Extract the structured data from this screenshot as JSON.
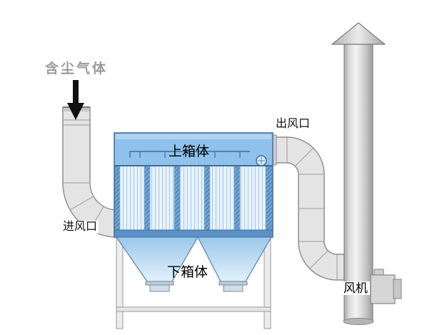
{
  "labels": {
    "dusty_gas": "含尘气体",
    "air_inlet": "进风口",
    "upper_box": "上箱体",
    "air_outlet": "出风口",
    "lower_box": "下箱体",
    "fan": "风机"
  },
  "icons": {
    "flow_arrow": "down-arrow-icon"
  },
  "colors": {
    "box_blue": "#8fc1ea",
    "box_outline": "#3e6d9e",
    "filter_cell": "#eaf4fc",
    "filter_cell_line": "#a9cbe7",
    "separator_blue": "#6da2d4",
    "bottom_frame_blue": "#5d90c4",
    "hopper_top": "#9bc7ea",
    "hopper_bottom": "#e2f1fb",
    "duct_gray": "#e4e4e4",
    "duct_outline": "#8f8f8f",
    "stack_gray": "#d9d9d9",
    "arrow_black": "#111111",
    "dusty_gas_label_gray": "#9b9b9b",
    "label_black": "#111111"
  }
}
